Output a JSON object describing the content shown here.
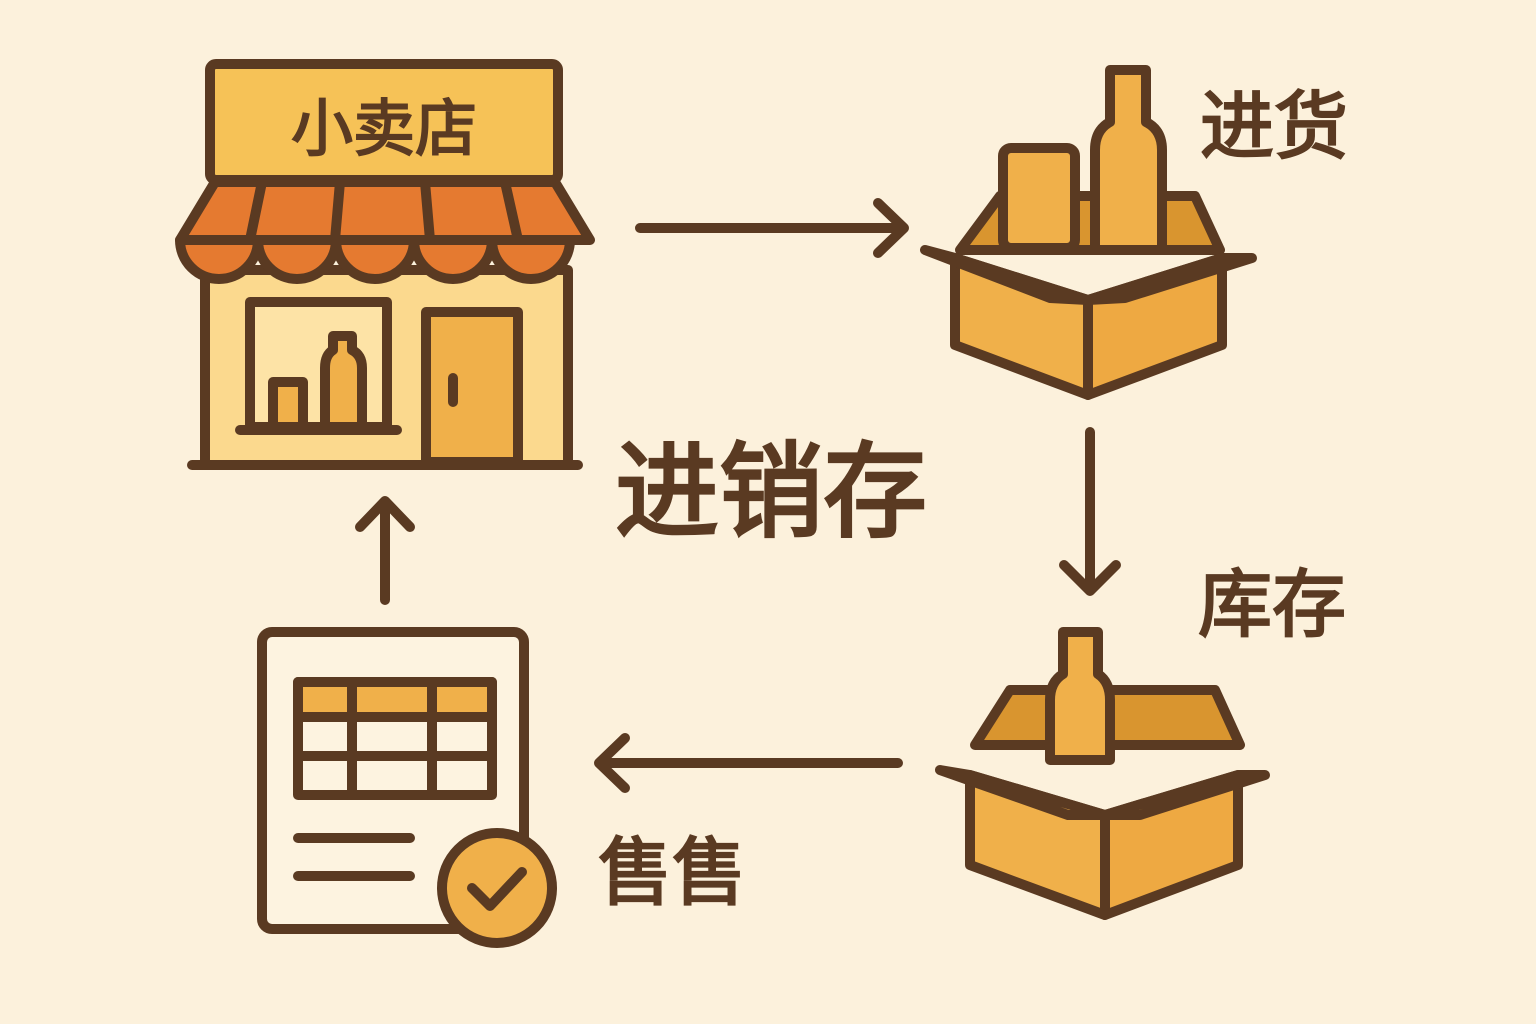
{
  "store": {
    "sign": "小卖店"
  },
  "title": "进销存",
  "labels": {
    "purchase": "进货",
    "inventory": "库存",
    "sales": "售售"
  },
  "colors": {
    "background": "#fcf1dc",
    "outline": "#5a3a22",
    "awning": "#e57a30",
    "sign": "#f6c257",
    "box": "#f0b04a",
    "wall": "#fbd98e"
  }
}
